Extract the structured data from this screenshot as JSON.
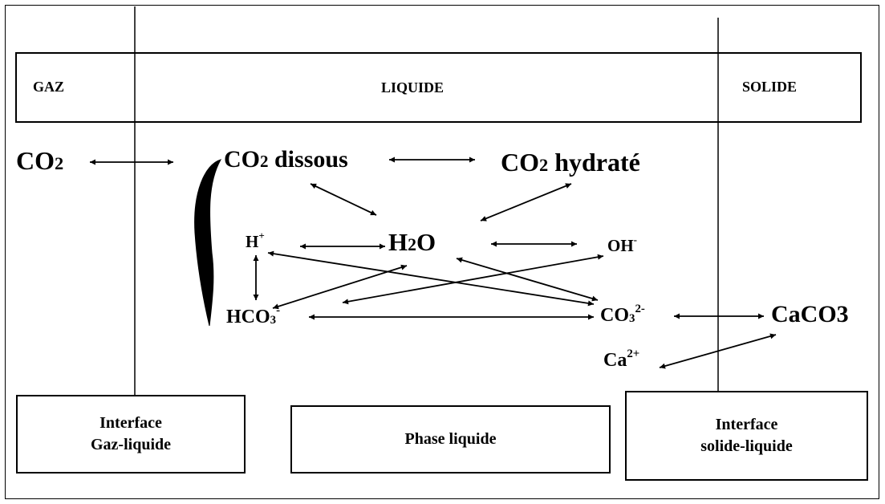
{
  "phases": {
    "gas": "GAZ",
    "liquid": "LIQUIDE",
    "solid": "SOLIDE"
  },
  "species": {
    "co2_gas": "CO",
    "co2_gas_sub": "2",
    "co2_dissolved": "CO",
    "co2_dissolved_sub": "2",
    "co2_dissolved_tail": " dissous",
    "co2_hydrated": "CO",
    "co2_hydrated_sub": "2",
    "co2_hydrated_tail": " hydraté",
    "h_plus": "H",
    "h_plus_sup": "+",
    "water": "H",
    "water_sub": "2",
    "water_tail": "O",
    "oh_minus": "OH",
    "oh_minus_sup": "-",
    "bicarbonate": "HCO",
    "bicarbonate_sub": "3",
    "bicarbonate_sup": "-",
    "carbonate": "CO",
    "carbonate_sub": "3",
    "carbonate_sup": "2-",
    "calcite": "CaCO3",
    "calcium": "Ca",
    "calcium_sup": "2+"
  },
  "boxes": {
    "gas_liquid_interface": [
      "Interface",
      "Gaz-liquide"
    ],
    "liquid_phase": "Phase liquide",
    "solid_liquid_interface": [
      "Interface",
      "solide-liquide"
    ]
  }
}
